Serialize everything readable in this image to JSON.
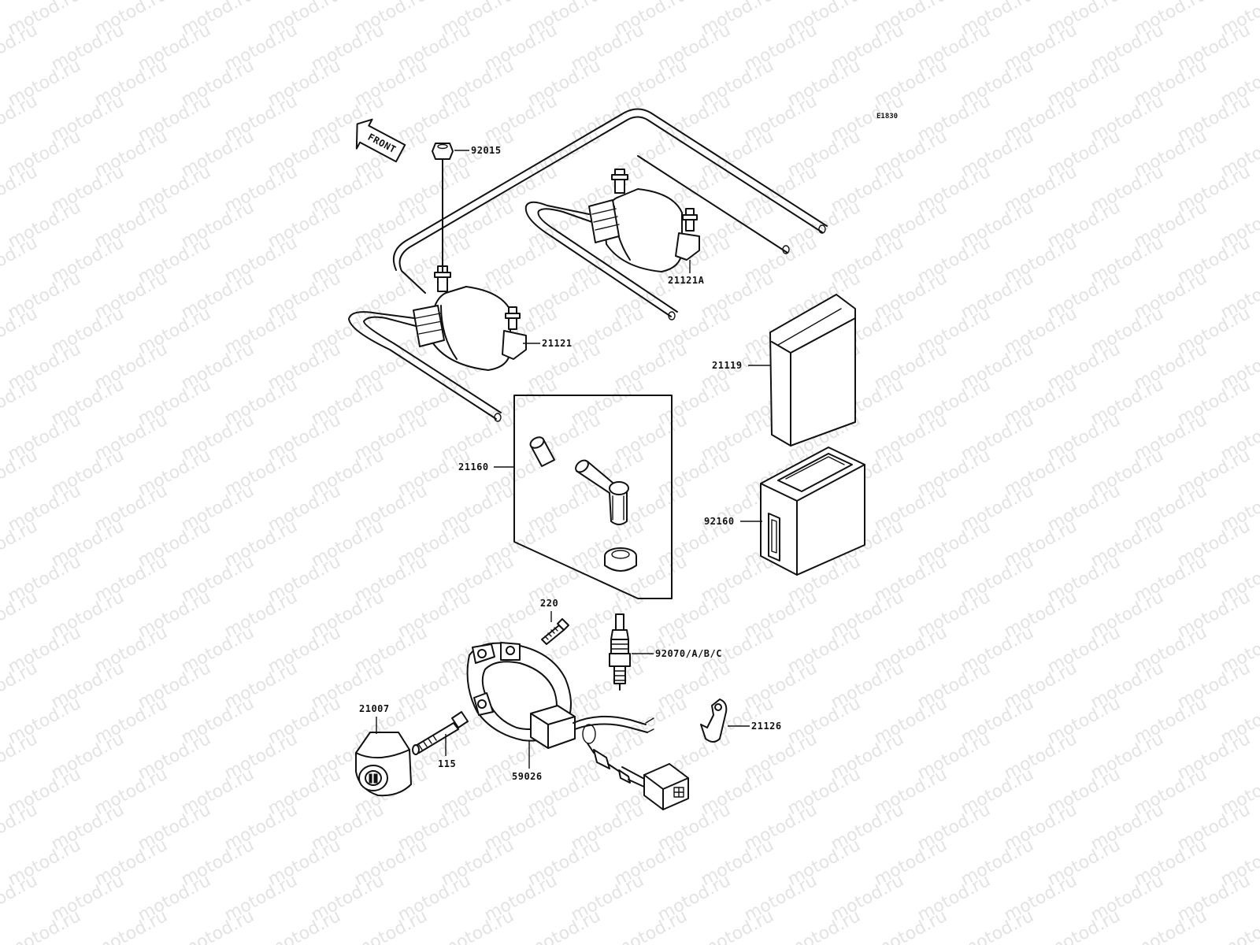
{
  "diagram": {
    "ref_code": "E1830",
    "front_arrow_label": "FRONT",
    "watermark": "motod.ru",
    "parts": {
      "p92015": "92015",
      "p21121A": "21121A",
      "p21121": "21121",
      "p21119": "21119",
      "p21160": "21160",
      "p92160": "92160",
      "p220": "220",
      "p92070": "92070/A/B/C",
      "p21007": "21007",
      "p115": "115",
      "p59026": "59026",
      "p21126": "21126"
    }
  }
}
